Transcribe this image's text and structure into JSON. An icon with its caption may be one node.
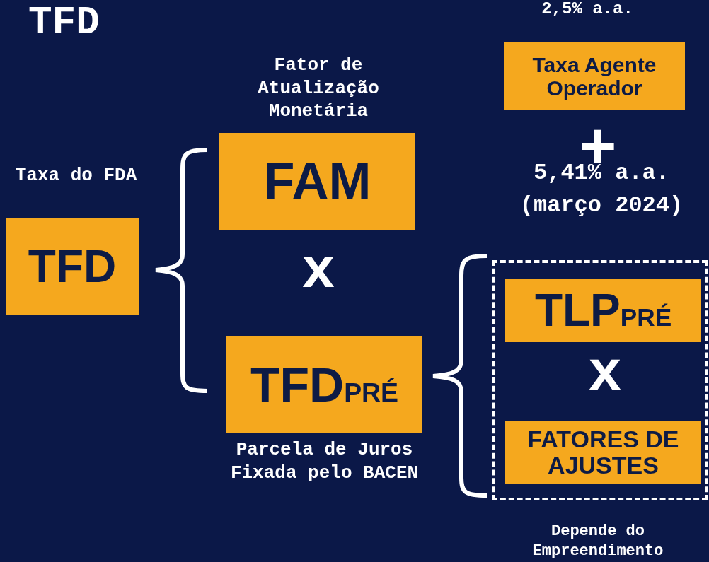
{
  "diagram": {
    "title": "TFD",
    "nodes": [
      {
        "text": [
          "TFD"
        ],
        "beside": [
          "Taxa do FDA"
        ]
      },
      {
        "text": [
          "FAM"
        ],
        "beside": [
          "Fator de Atualização Monetária"
        ]
      },
      {
        "text": [
          "TFD$_{PRÉ}$"
        ],
        "beside": [
          "Parcela de Juros Fixada pelo BACEN"
        ]
      },
      {
        "text": [],
        "shape": "box",
        "beside": [
          "Depende do Empreendimento"
        ]
      },
      {
        "text": [
          "TLP$_{PRÉ}$"
        ],
        "in": 3
      },
      {
        "text": [
          "FATORES DE AJUSTES"
        ],
        "in": 3
      },
      {
        "text": [
          "Taxa Agente Operador"
        ],
        "beside": [
          "2,5% a.a."
        ]
      }
    ],
    "labels": [
      "+",
      "5,41% a.a. (março 2024)",
      "x",
      "x"
    ]
  }
}
